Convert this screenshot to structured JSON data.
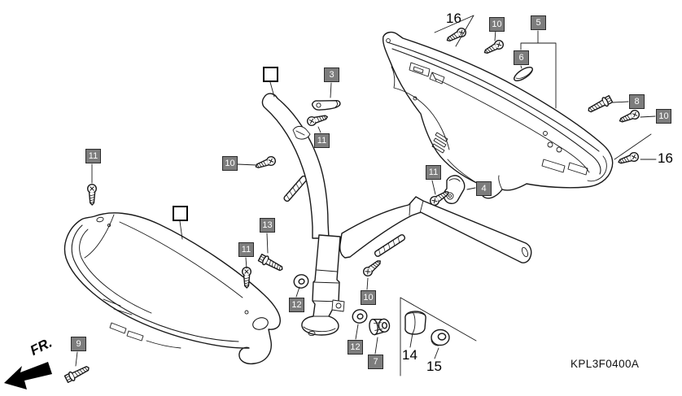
{
  "figure_code": "KPL3F0400A",
  "direction_label": "FR.",
  "callouts": {
    "gray_boxes": [
      "3",
      "10",
      "5",
      "6",
      "8",
      "10",
      "11",
      "10",
      "11",
      "11",
      "4",
      "13",
      "11",
      "12",
      "10",
      "12",
      "7",
      "9"
    ],
    "plain_numbers": [
      "16",
      "16",
      "14",
      "15"
    ],
    "empty_box_count": 2
  },
  "colors": {
    "callout_bg": "#7d7d7d",
    "callout_text": "#ffffff",
    "line": "#1a1a1a",
    "background": "#ffffff"
  }
}
